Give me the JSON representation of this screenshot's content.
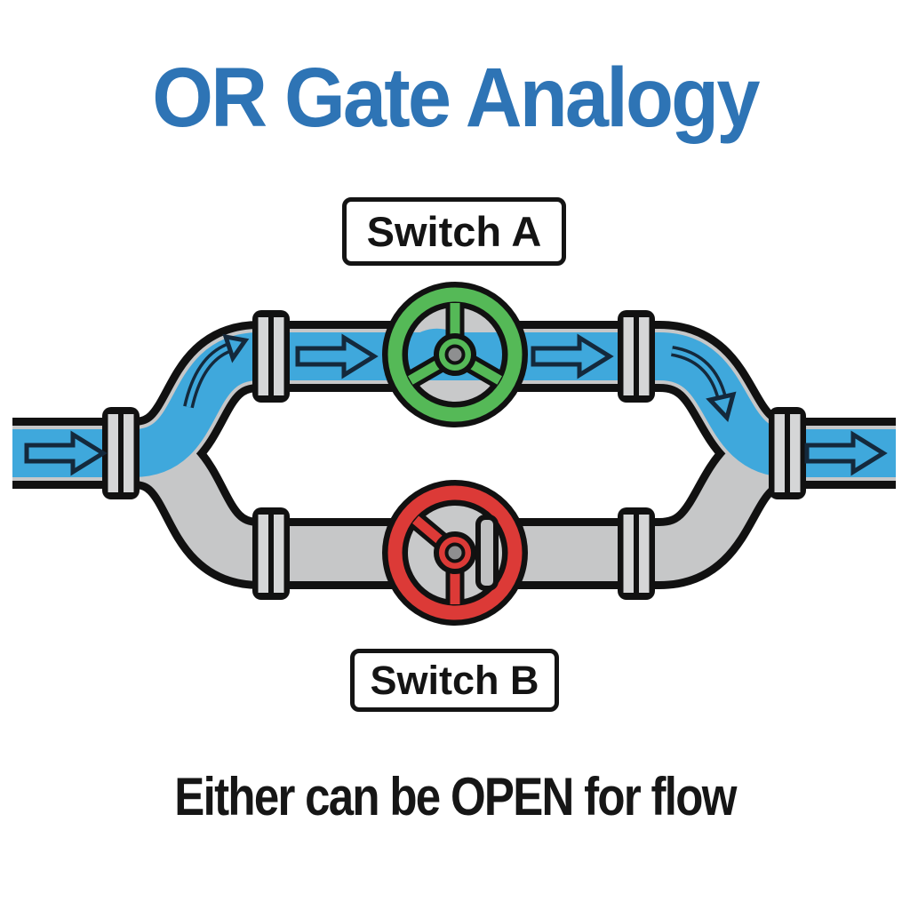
{
  "title": {
    "text": "OR Gate Analogy",
    "color": "#2E74B5"
  },
  "switches": {
    "a": {
      "label": "Switch A",
      "state": "open",
      "wheel_color": "#55B957"
    },
    "b": {
      "label": "Switch B",
      "state": "closed",
      "wheel_color": "#DC3A37"
    }
  },
  "caption": {
    "text": "Either can be OPEN for flow"
  },
  "diagram": {
    "type": "pipe-flow-analogy",
    "flow_direction": "left-to-right",
    "flow_medium_color": "#3FA8DC",
    "pipe_color": "#C6C7C8",
    "outline_color": "#111111",
    "arrow_color": "#14293C",
    "branches": [
      {
        "name": "branch-a",
        "valve": "Switch A",
        "valve_state": "open",
        "carrying_flow": true
      },
      {
        "name": "branch-b",
        "valve": "Switch B",
        "valve_state": "closed",
        "carrying_flow": false
      }
    ],
    "arrows": [
      "inlet-flow-arrow",
      "fork-up-curved-arrow",
      "branch-a-flow-arrow-1",
      "branch-a-flow-arrow-2",
      "merge-down-curved-arrow",
      "outlet-flow-arrow"
    ],
    "flange_count": 6
  }
}
